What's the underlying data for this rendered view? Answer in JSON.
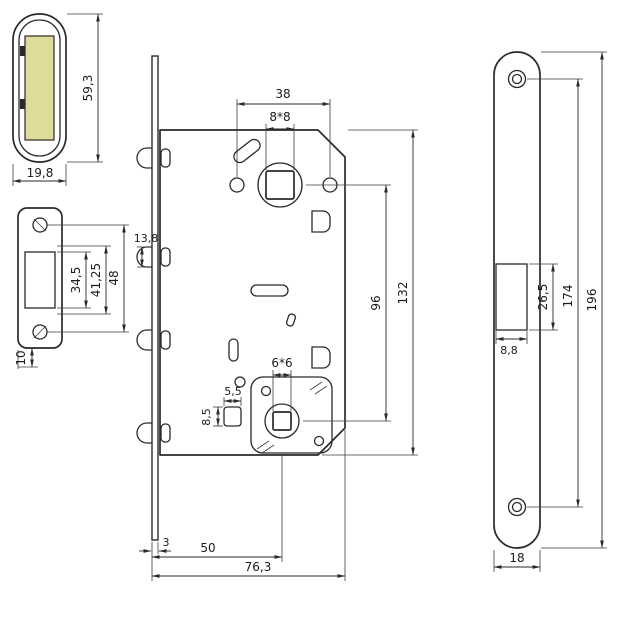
{
  "colors": {
    "ink": "#2a2a2a",
    "paper": "#ffffff",
    "insert_highlight": "#dfdc9b"
  },
  "strike_box": {
    "length": "59,3",
    "width": "19,8"
  },
  "strike_plate": {
    "cutout_height": "34,5",
    "mid_height": "41,25",
    "screw_spacing": "48",
    "tab_height": "13,8",
    "end_offset": "10"
  },
  "lock_case": {
    "hole_spacing": "38",
    "spindle_square": "8*8",
    "center_distance": "96",
    "case_height": "132",
    "cylinder_square": "6*6",
    "pocket_width": "5,5",
    "pocket_height": "8,5",
    "faceplate_thickness": "3",
    "backset": "50",
    "case_depth": "76,3"
  },
  "face_plate": {
    "cutout_height": "26,5",
    "screw_spacing": "174",
    "length": "196",
    "cutout_width": "8,8",
    "width": "18"
  }
}
